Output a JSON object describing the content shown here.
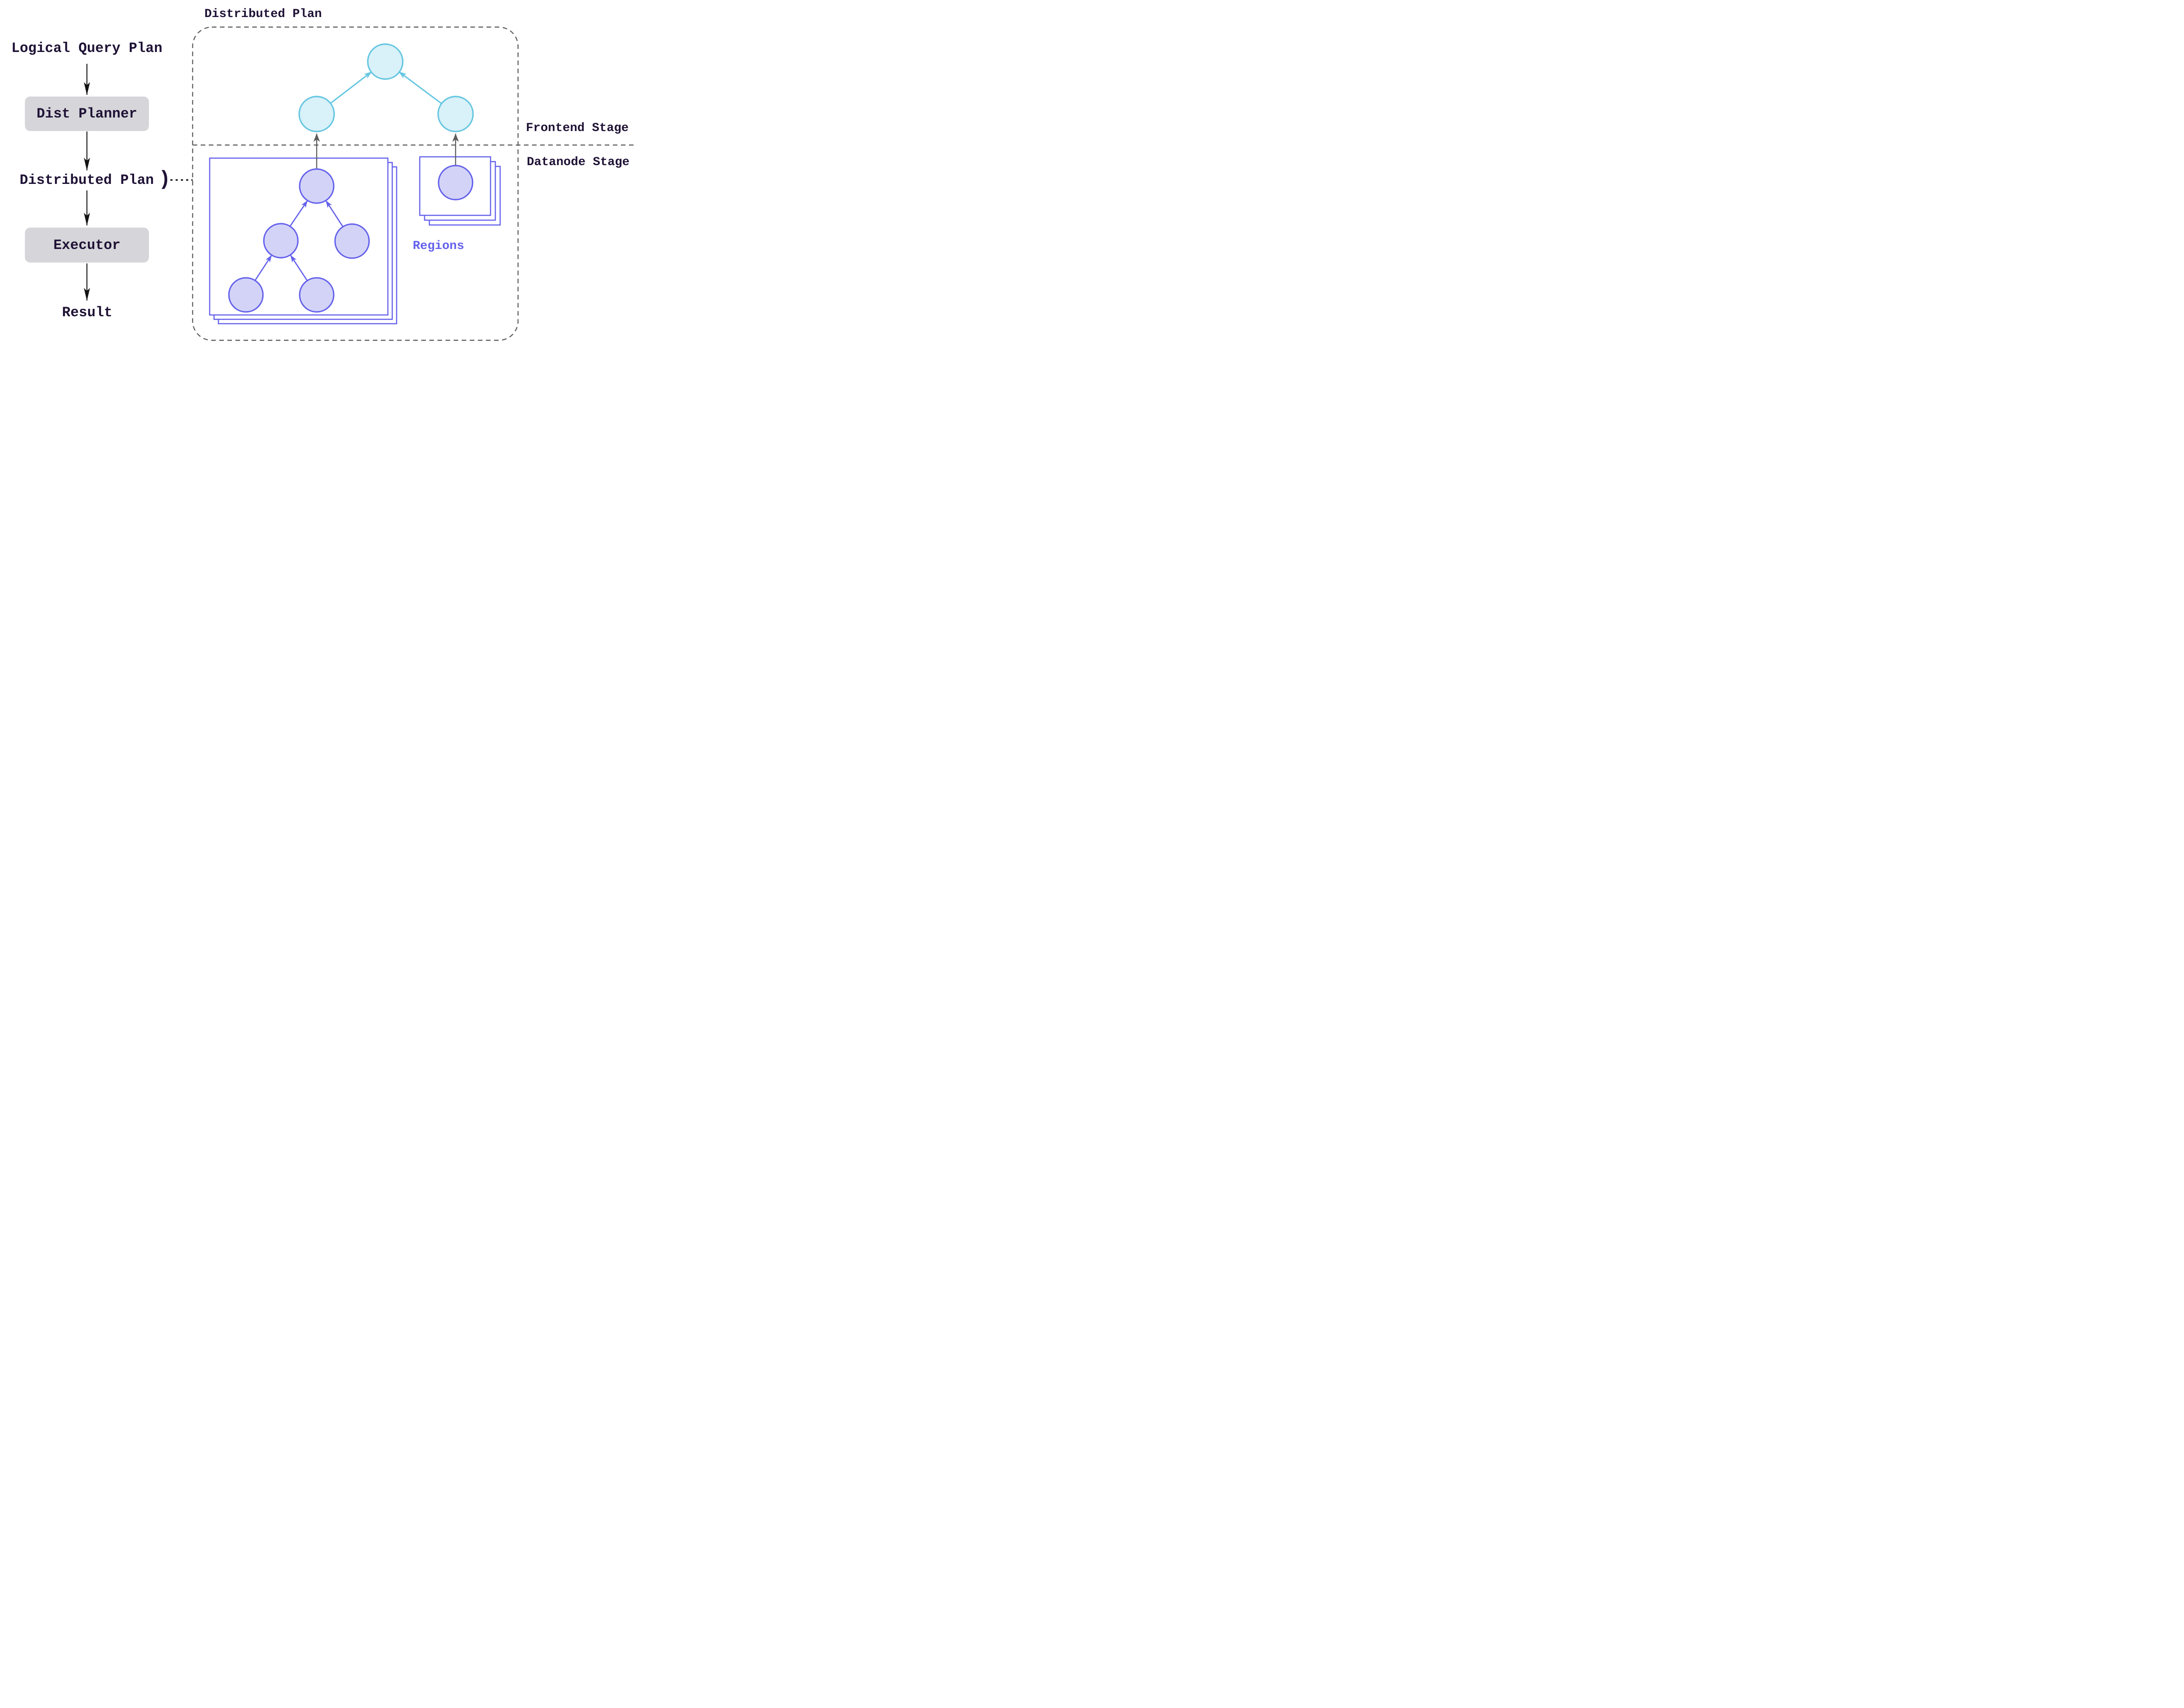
{
  "flow": {
    "logical_query_plan": "Logical Query Plan",
    "dist_planner": "Dist Planner",
    "distributed_plan": "Distributed Plan",
    "brace": ")",
    "executor": "Executor",
    "result": "Result"
  },
  "plan": {
    "title": "Distributed Plan",
    "frontend_stage": "Frontend Stage",
    "datanode_stage": "Datanode Stage",
    "regions": "Regions",
    "frontend_node_count": 3,
    "datanode_left_tree_node_count": 5,
    "datanode_right_tree_node_count": 1,
    "stacked_copies_per_region_group": 3
  },
  "colors": {
    "text_dark": "#1f1235",
    "box_gray": "#d6d6da",
    "cyan_stroke": "#68c7e2",
    "cyan_fill": "#d9f1f8",
    "purple_stroke": "#6461ec",
    "purple_fill": "#d3d3f8",
    "dash_gray": "#5c5c5c",
    "arrow_black": "#141414",
    "dotted": "#1f1f1f",
    "background": "#ffffff"
  }
}
